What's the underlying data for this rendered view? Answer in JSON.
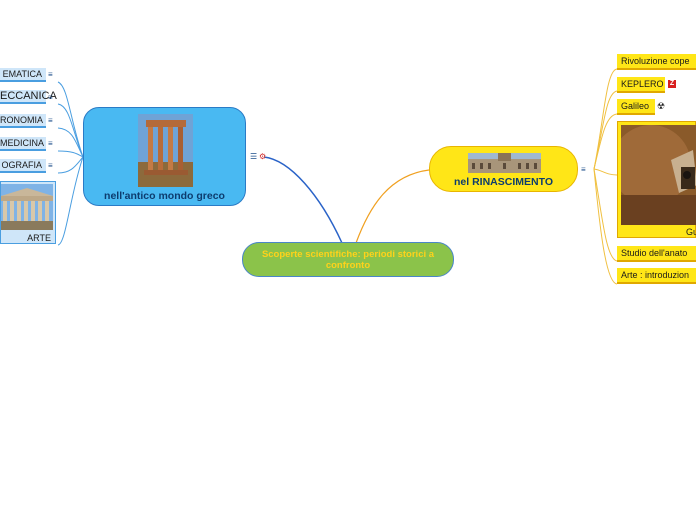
{
  "central": {
    "title": "Scoperte scientifiche: periodi storici a confronto"
  },
  "greek": {
    "title": "nell'antico mondo greco",
    "branches": [
      "EMATICA",
      "ECCANICA",
      "RONOMIA",
      "MEDICINA",
      "OGRAFIA"
    ],
    "arte_label": "ARTE"
  },
  "rinascimento": {
    "title": "nel RINASCIMENTO",
    "branches": [
      "Rivoluzione cope",
      "KEPLERO",
      "Galileo",
      "Studio dell'anato",
      "Arte : introduzion"
    ],
    "galileo_image_label": "Gu"
  },
  "colors": {
    "greek": "#49b9f2",
    "rinascimento": "#ffe617",
    "central": "#8bc34a",
    "central_text": "#ffd21a"
  },
  "icons": [
    "note-icon",
    "attachment-icon",
    "sticker-z-icon",
    "sticker-radiation-icon"
  ]
}
